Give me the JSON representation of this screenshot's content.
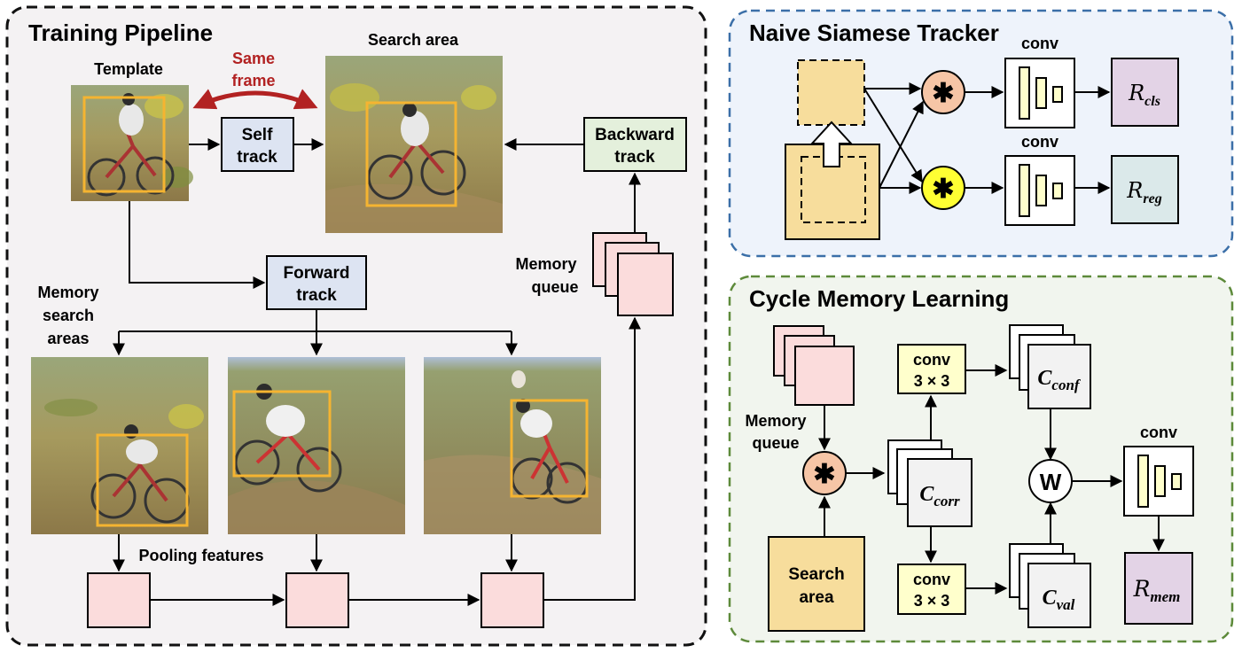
{
  "training": {
    "title": "Training Pipeline",
    "template_label": "Template",
    "search_area_label": "Search area",
    "same_frame": [
      "Same",
      "frame"
    ],
    "self_track": [
      "Self",
      "track"
    ],
    "backward_track": [
      "Backward",
      "track"
    ],
    "forward_track": [
      "Forward",
      "track"
    ],
    "memory_queue": [
      "Memory",
      "queue"
    ],
    "memory_search_areas": [
      "Memory",
      "search",
      "areas"
    ],
    "pooling_features": "Pooling features"
  },
  "naive": {
    "title": "Naive Siamese Tracker",
    "conv_top": "conv",
    "conv_bottom": "conv",
    "star": "✱",
    "r_cls": {
      "main": "R",
      "sub": "cls"
    },
    "r_reg": {
      "main": "R",
      "sub": "reg"
    }
  },
  "cycle": {
    "title": "Cycle Memory Learning",
    "memory_queue": [
      "Memory",
      "queue"
    ],
    "star": "✱",
    "conv3_top": [
      "conv",
      "3 × 3"
    ],
    "conv3_bottom": [
      "conv",
      "3 × 3"
    ],
    "c_conf": {
      "main": "C",
      "sub": "conf"
    },
    "c_corr": {
      "main": "C",
      "sub": "corr"
    },
    "c_val": {
      "main": "C",
      "sub": "val"
    },
    "w": "W",
    "conv": "conv",
    "search_area": [
      "Search",
      "area"
    ],
    "r_mem": {
      "main": "R",
      "sub": "mem"
    }
  },
  "colors": {
    "panel_gray": "#f4f2f3",
    "panel_blue": "#eef3fb",
    "panel_green": "#f1f5ee",
    "box_blue": "#dde4f2",
    "box_green": "#e4f0dc",
    "pink": "#fbdcdc",
    "orange": "#f7dd9c",
    "yellow": "#ffffcc",
    "purple": "#e3d3e6",
    "teal": "#dbe9ea",
    "red_arrow": "#b22222",
    "bbox": "#f5b431",
    "star_salmon": "#f6c5a6",
    "star_yellow": "#ffff33"
  }
}
